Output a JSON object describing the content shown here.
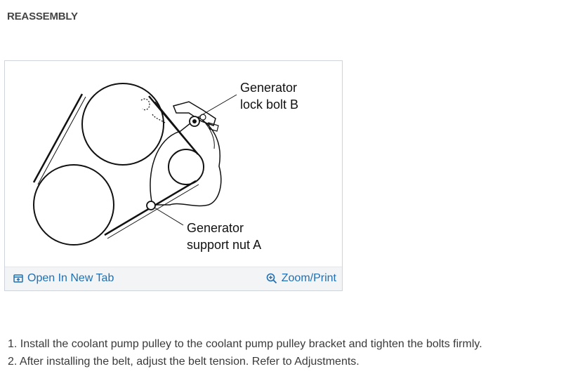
{
  "heading": "REASSEMBLY",
  "figure": {
    "callouts": {
      "lock_bolt_line1": "Generator",
      "lock_bolt_line2": "lock bolt B",
      "support_nut_line1": "Generator",
      "support_nut_line2": "support nut A"
    },
    "footer": {
      "open_label": "Open In New Tab",
      "open_icon": "open-in-new-tab-icon",
      "zoom_label": "Zoom/Print",
      "zoom_icon": "zoom-in-icon",
      "link_color": "#1f6fb2"
    }
  },
  "steps": [
    "1. Install the coolant pump pulley to the coolant pump pulley bracket and tighten the bolts firmly.",
    "2. After installing the belt, adjust the belt tension. Refer to Adjustments."
  ]
}
